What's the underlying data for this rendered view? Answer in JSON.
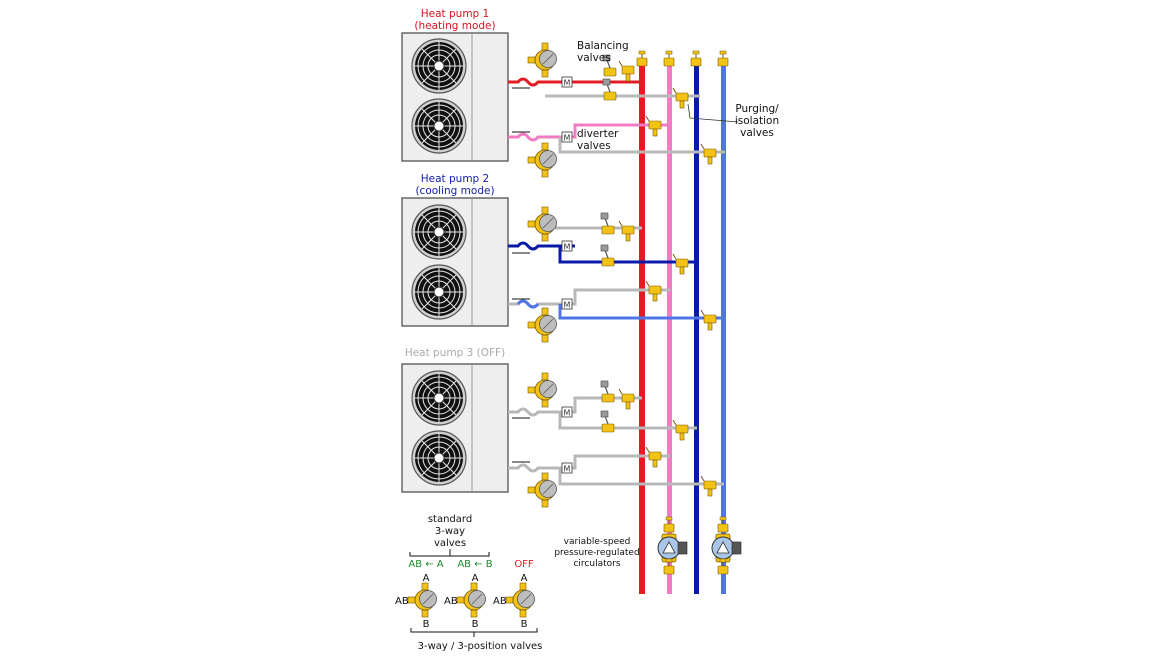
{
  "colors": {
    "hot": "#e31b23",
    "warm": "#f27bc2",
    "cold": "#0a1aa8",
    "cool": "#4f74e8",
    "idle": "#b8b8b8",
    "brass": "#f2c315",
    "green": "#1a8a2c",
    "off": "#e31b23"
  },
  "heat_pumps": [
    {
      "line1": "Heat pump 1",
      "line2": "(heating mode)",
      "color": "#d0161e"
    },
    {
      "line1": "Heat pump 2",
      "line2": "(cooling mode)",
      "color": "#1521b0"
    },
    {
      "line1": "Heat pump 3 (OFF)",
      "line2": "",
      "color": "#a9a9a9"
    }
  ],
  "labels": {
    "balancing_1": "Balancing",
    "balancing_2": "valves",
    "diverter_1": "diverter",
    "diverter_2": "valves",
    "purging_1": "Purging/",
    "purging_2": "isolation",
    "purging_3": "valves",
    "circ_1": "variable-speed",
    "circ_2": "pressure-regulated",
    "circ_3": "circulators"
  },
  "legend": {
    "title_1": "standard",
    "title_2": "3-way",
    "title_3": "valves",
    "v1": "AB ← A",
    "v2": "AB ← B",
    "v3": "OFF",
    "port_a": "A",
    "port_b": "B",
    "port_ab": "AB",
    "bottom": "3-way / 3-position valves"
  }
}
